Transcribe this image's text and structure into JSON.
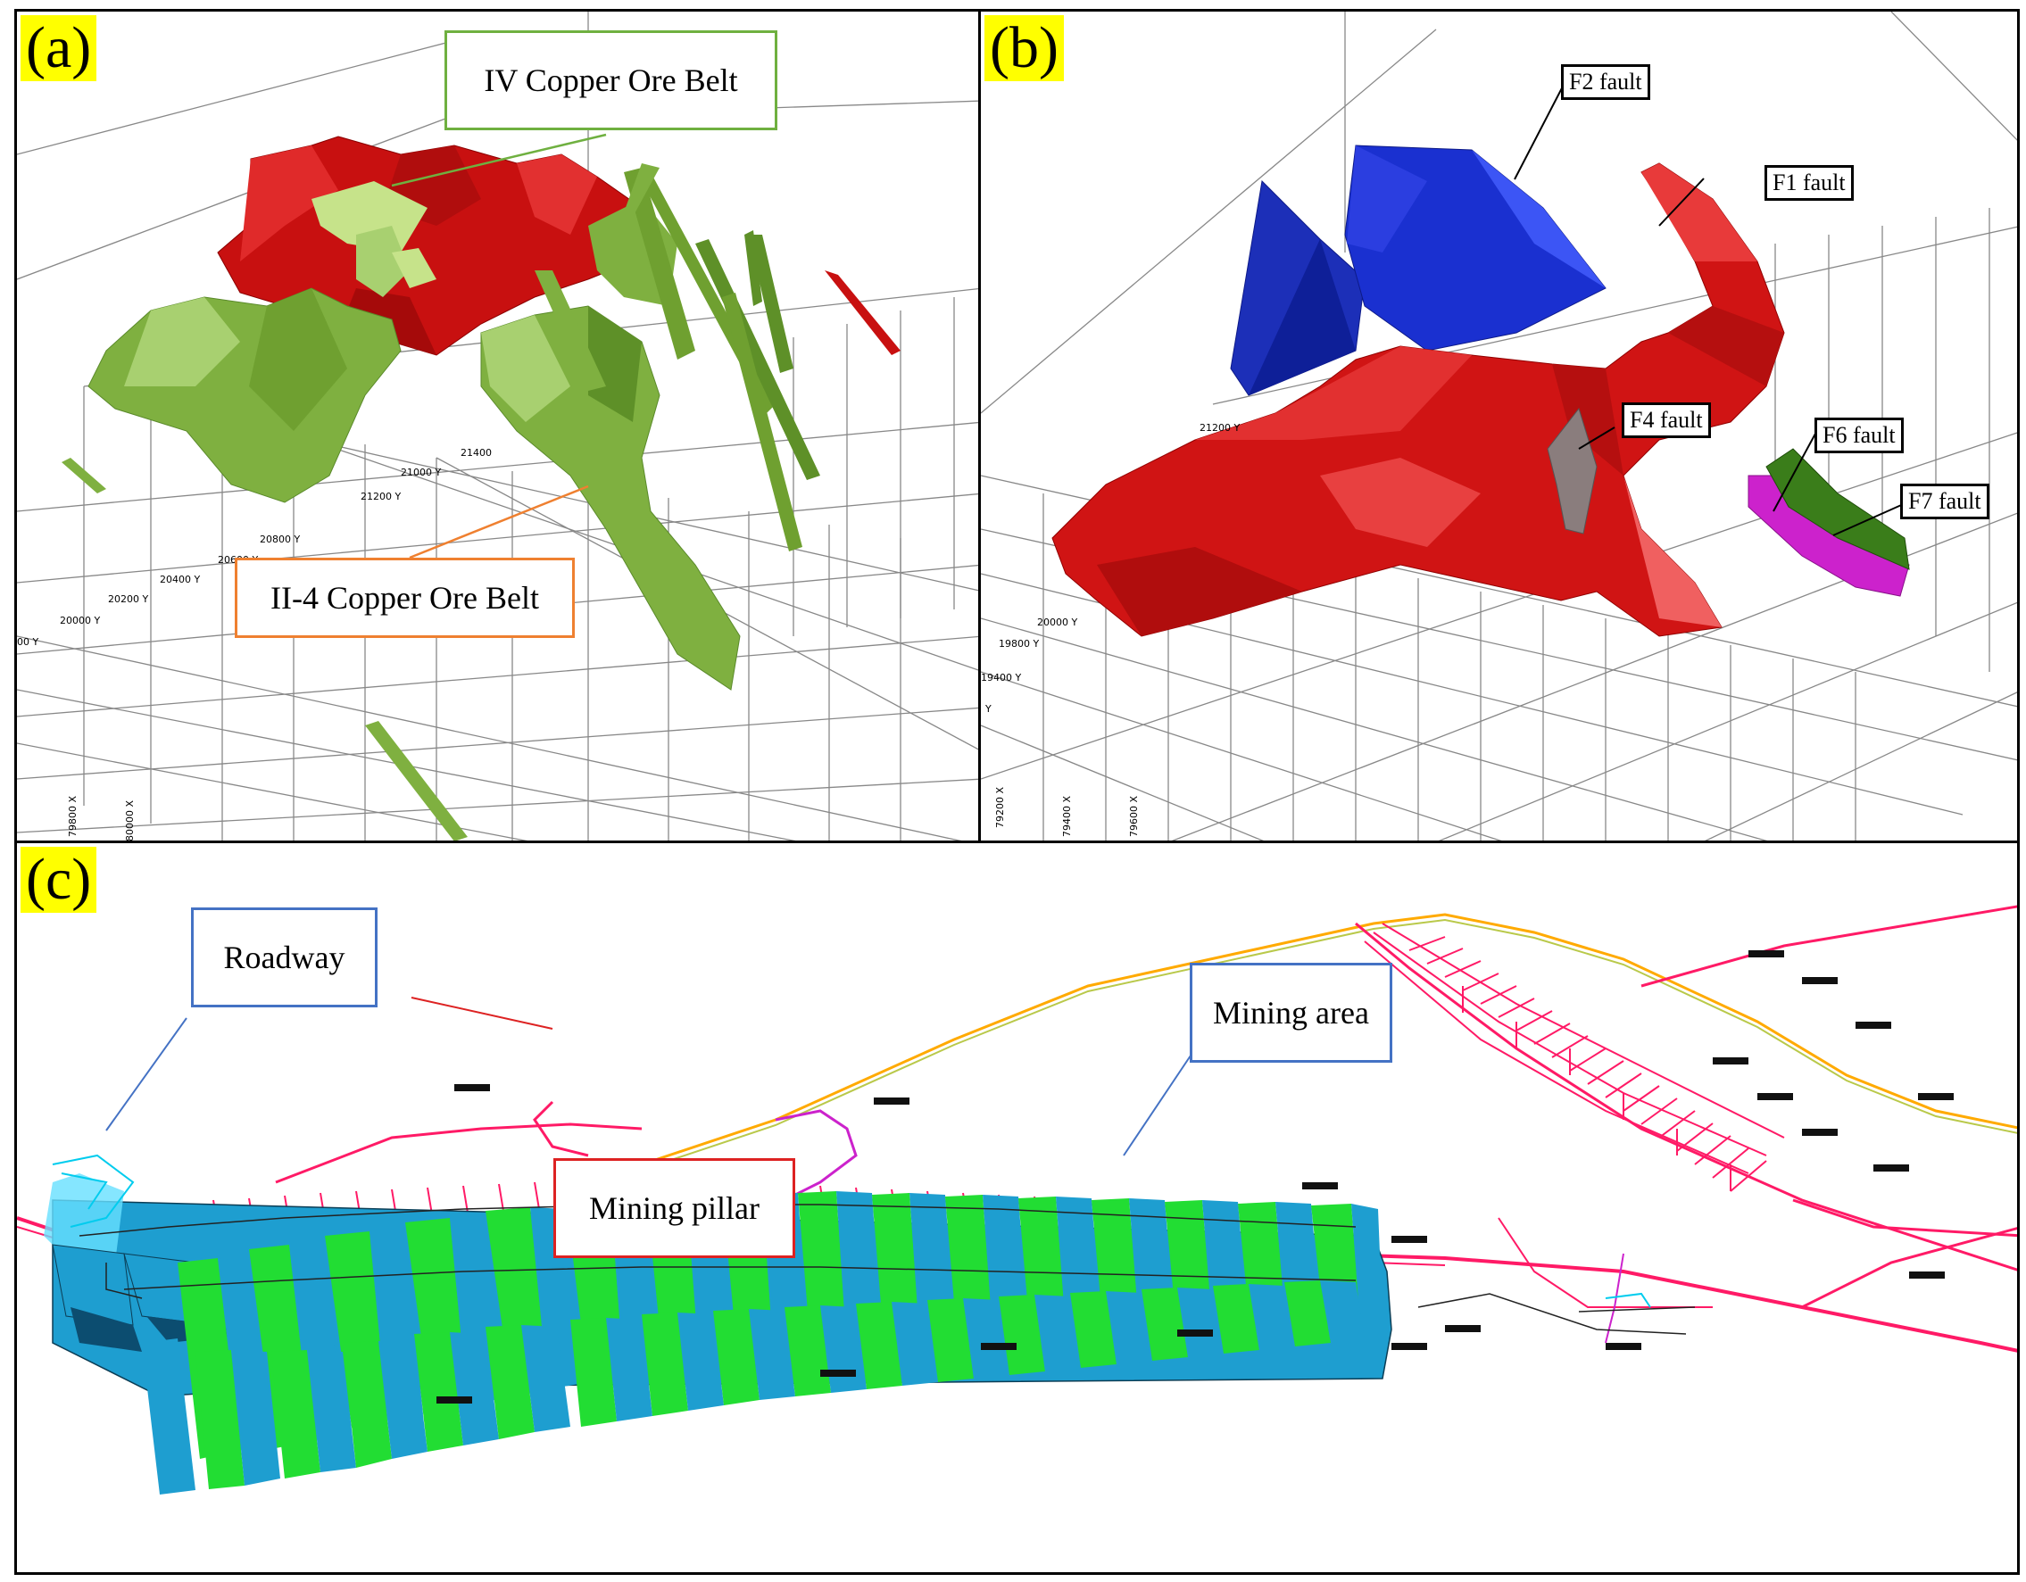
{
  "panels": {
    "a": {
      "label": "(a)",
      "callouts": {
        "iv_belt": "IV Copper Ore Belt",
        "ii4_belt": "II-4 Copper Ore Belt"
      },
      "ticks": [
        "21400",
        "21200 Y",
        "21000 Y",
        "20800 Y",
        "20600 Y",
        "20400 Y",
        "20200 Y",
        "20000 Y",
        "00 Y",
        "79800 X",
        "80000 X"
      ]
    },
    "b": {
      "label": "(b)",
      "faults": {
        "f1": "F1 fault",
        "f2": "F2 fault",
        "f4": "F4 fault",
        "f6": "F6 fault",
        "f7": "F7 fault"
      },
      "ticks": [
        "21200 Y",
        "20000 Y",
        "19800 Y",
        "19400 Y",
        "Y",
        "79200 X",
        "79400 X",
        "79600 X"
      ]
    },
    "c": {
      "label": "(c)",
      "callouts": {
        "roadway": "Roadway",
        "mining_area": "Mining area",
        "mining_pillar": "Mining pillar"
      }
    }
  },
  "colors": {
    "ore_red": "#d01010",
    "ore_green": "#7fb040",
    "fault_blue": "#1a2ecc",
    "fault_gray": "#8a7d7d",
    "fault_magenta": "#cc22cc",
    "fault_green": "#3a7d1a",
    "pillar_blue": "#1e9ed0",
    "area_green": "#22dd33",
    "roadway_pink": "#ff1a66",
    "label_yellow": "#ffff00"
  }
}
